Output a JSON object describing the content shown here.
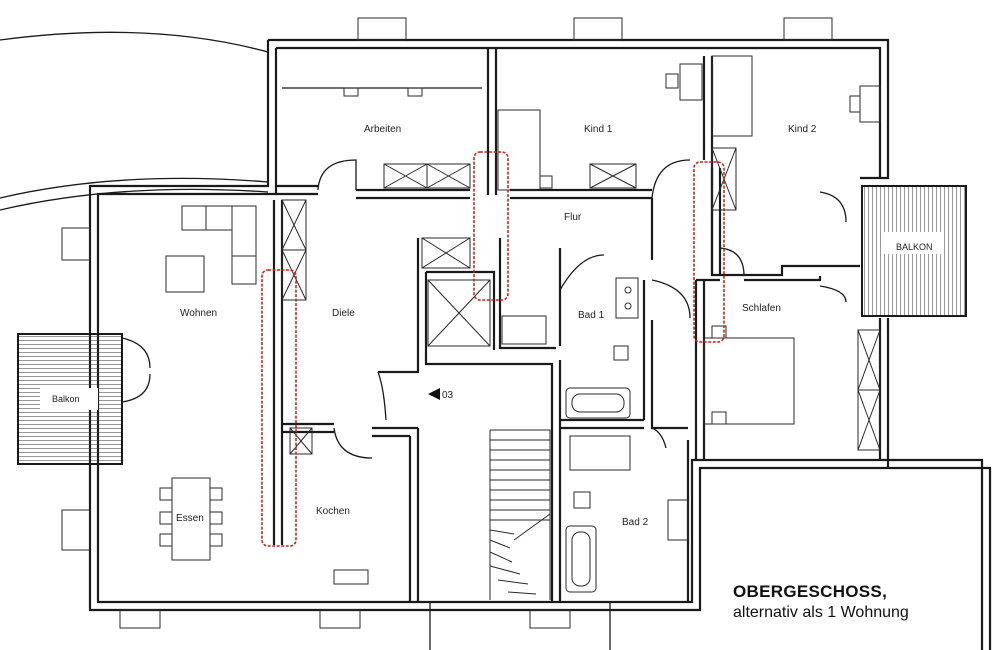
{
  "rooms": {
    "arbeiten": "Arbeiten",
    "kind1": "Kind 1",
    "kind2": "Kind 2",
    "flur": "Flur",
    "balkon_right": "BALKON",
    "wohnen": "Wohnen",
    "diele": "Diele",
    "bad1": "Bad 1",
    "schlafen": "Schlafen",
    "balkon_left": "Balkon",
    "stair_marker": "03",
    "essen": "Essen",
    "kochen": "Kochen",
    "bad2": "Bad 2"
  },
  "caption": {
    "title": "OBERGESCHOSS,",
    "subtitle": "alternativ als 1 Wohnung"
  },
  "colors": {
    "walls": "#1a1a1a",
    "marker": "#c8241c"
  }
}
